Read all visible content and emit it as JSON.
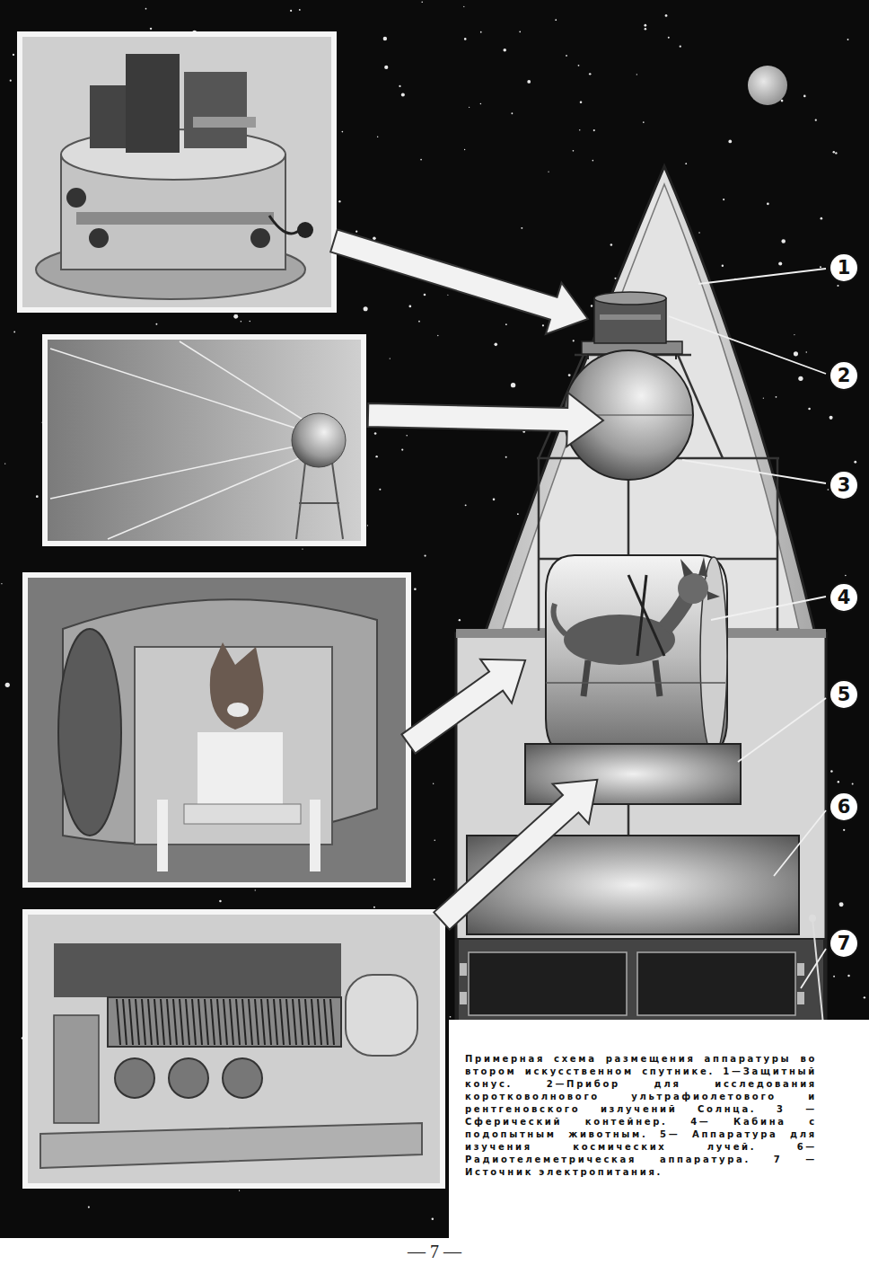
{
  "diagram": {
    "caption": "Примерная схема размещения аппаратуры во втором искусственном спутнике. 1—Защитный конус. 2—Прибор для исследования коротковолнового ультрафиолетового и рентгеновского излучений Солнца. 3 — Сферический контейнер. 4— Кабина с подопытным животным. 5— Аппаратура для изучения космических лучей. 6— Радиотелеметрическая аппаратура. 7 — Источник электропитания.",
    "labels": [
      "1",
      "2",
      "3",
      "4",
      "5",
      "6",
      "7",
      "— 7 —"
    ]
  }
}
